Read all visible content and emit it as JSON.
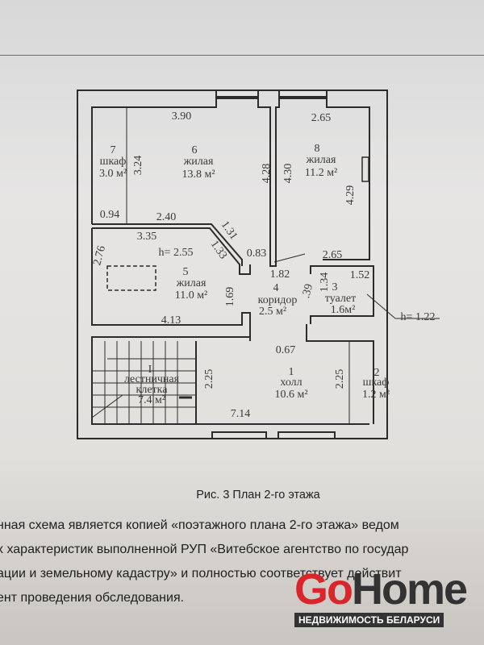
{
  "plan": {
    "rooms": {
      "r6": {
        "num": "6",
        "name": "жилая",
        "area": "13.8 м²"
      },
      "r7": {
        "num": "7",
        "name": "шкаф",
        "area": "3.0 м²"
      },
      "r8": {
        "num": "8",
        "name": "жилая",
        "area": "11.2 м²"
      },
      "r5": {
        "num": "5",
        "name": "жилая",
        "area": "11.0 м²"
      },
      "r4": {
        "num": "4",
        "name": "коридор",
        "area": "2.5 м²"
      },
      "r3": {
        "num": "3",
        "name": "туалет",
        "area": "1.6м²"
      },
      "rI": {
        "num": "I",
        "name1": "лестничная",
        "name2": "клетка",
        "area": "7.4 м²"
      },
      "r1": {
        "num": "1",
        "name": "холл",
        "area": "10.6 м²"
      },
      "r2": {
        "num": "2",
        "name": "шкаф",
        "area": "1.2 м²"
      }
    },
    "dims": {
      "d390": "3.90",
      "d265a": "2.65",
      "d324": "3.24",
      "d428": "4.28",
      "d430": "4.30",
      "d429": "4.29",
      "d094": "0.94",
      "d240": "2.40",
      "d335": "3.35",
      "d131": "1.31",
      "d133": "1.33",
      "d276": "2.76",
      "d083": "0.83",
      "d265b": "2.65",
      "d182": "1.82",
      "d169": "1.69",
      "d413": "4.13",
      "d152": "1.52",
      "d134": "1.34",
      "d039": ".39",
      "d067": "0.67",
      "d225a": "2.25",
      "d225b": "2.25",
      "d714": "7.14"
    },
    "heights": {
      "main": "h= 2.55",
      "toilet": "h= 1.22"
    }
  },
  "caption": "Рис. 3 План 2-го этажа",
  "paragraph": [
    "нная схема является копией «поэтажного плана 2-го этажа» ведом",
    "х характеристик выполненной РУП «Витебское агентство по государ",
    "ации и земельному кадастру» и полностью соответствует действит",
    "ент проведения обследования."
  ],
  "watermark": {
    "go": "Go",
    "home": "Home",
    "subtitle": "НЕДВИЖИМОСТЬ БЕЛАРУСИ"
  }
}
